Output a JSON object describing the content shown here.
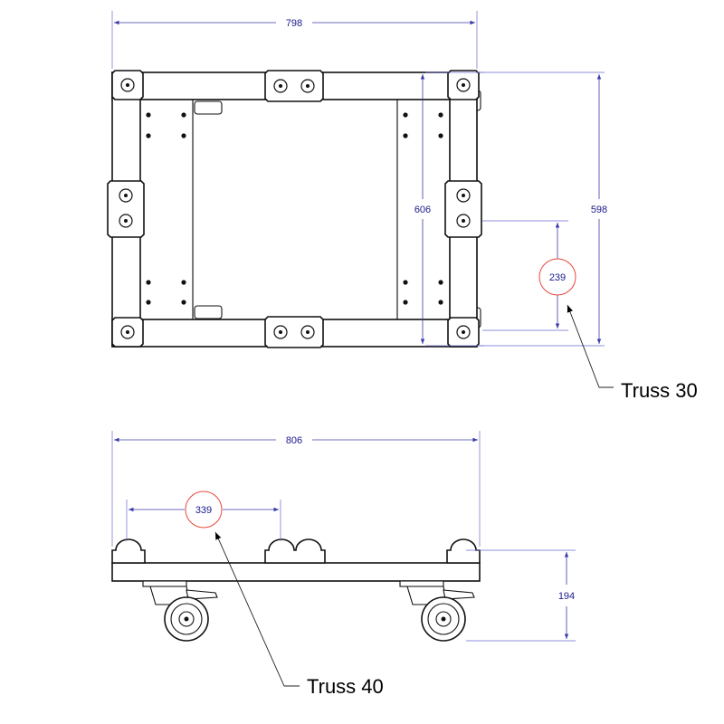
{
  "dimensions": {
    "top_width": "798",
    "top_height_outer": "598",
    "top_height_inner": "606",
    "top_truss_spacing": "239",
    "side_width": "806",
    "side_truss_spacing": "339",
    "side_height": "194"
  },
  "callouts": {
    "truss_30": "Truss 30",
    "truss_40": "Truss 40"
  },
  "colors": {
    "dimension": "#3a3aa8",
    "dimension_text": "#1a1a8c",
    "bubble": "#e8493e",
    "outline": "#111111"
  }
}
